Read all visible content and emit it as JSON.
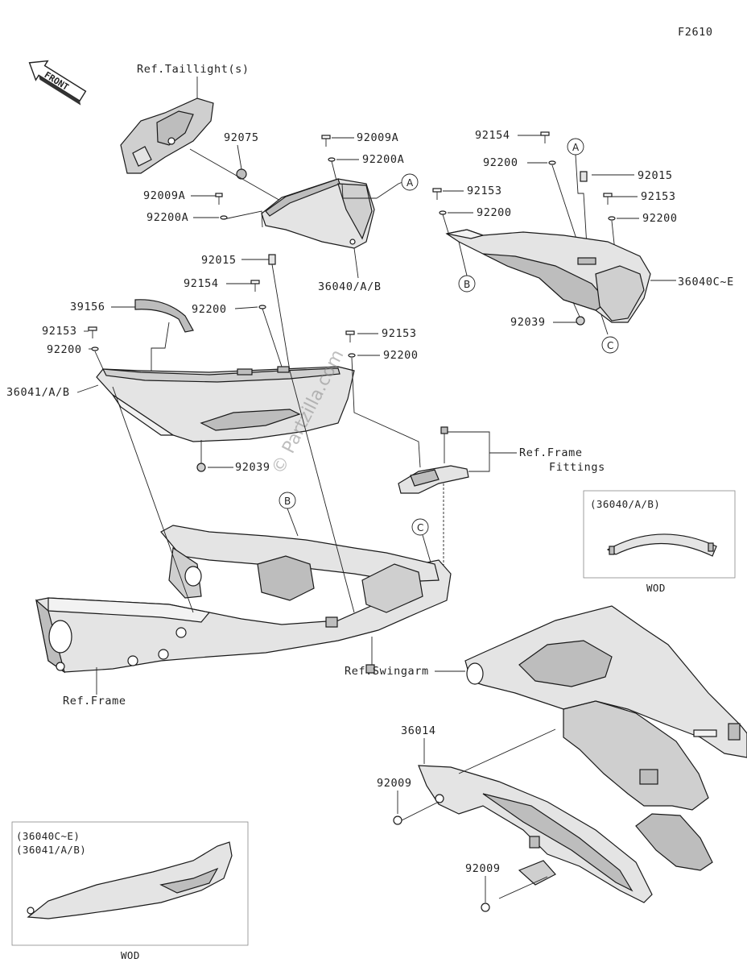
{
  "figure_code": "F2610",
  "front_label": "FRONT",
  "watermark": "© Partzilla.com",
  "labels": {
    "ref_taillight": "Ref.Taillight(s)",
    "p92075": "92075",
    "p92009A_top": "92009A",
    "p92200A_top": "92200A",
    "p92009A_left": "92009A",
    "p92200A_left": "92200A",
    "p92015_mid": "92015",
    "p36040AB": "36040/A/B",
    "p92154_left": "92154",
    "p92200_left_a": "92200",
    "p39156": "39156",
    "p92153_left": "92153",
    "p92200_left_b": "92200",
    "p36041AB": "36041/A/B",
    "p92039_mid": "92039",
    "p92153_mid": "92153",
    "p92200_mid": "92200",
    "ref_frame_fittings_1": "Ref.Frame",
    "ref_frame_fittings_2": "Fittings",
    "p92154_right": "92154",
    "p92200_right_a": "92200",
    "p92015_right": "92015",
    "p92153_right_a": "92153",
    "p92200_right_b": "92200",
    "p92153_right_b": "92153",
    "p92200_right_c": "92200",
    "p36040CE": "36040C~E",
    "p92039_right": "92039",
    "ref_frame": "Ref.Frame",
    "ref_swingarm": "Ref.Swingarm",
    "p36014": "36014",
    "p92009_a": "92009",
    "p92009_b": "92009"
  },
  "callouts": {
    "a1": "A",
    "a2": "A",
    "b1": "B",
    "b2": "B",
    "c1": "C",
    "c2": "C"
  },
  "inset_top": {
    "line1": "(36040/A/B)",
    "caption": "WOD"
  },
  "inset_bottom": {
    "line1": "(36040C~E)",
    "line2": "(36041/A/B)",
    "caption": "WOD"
  }
}
